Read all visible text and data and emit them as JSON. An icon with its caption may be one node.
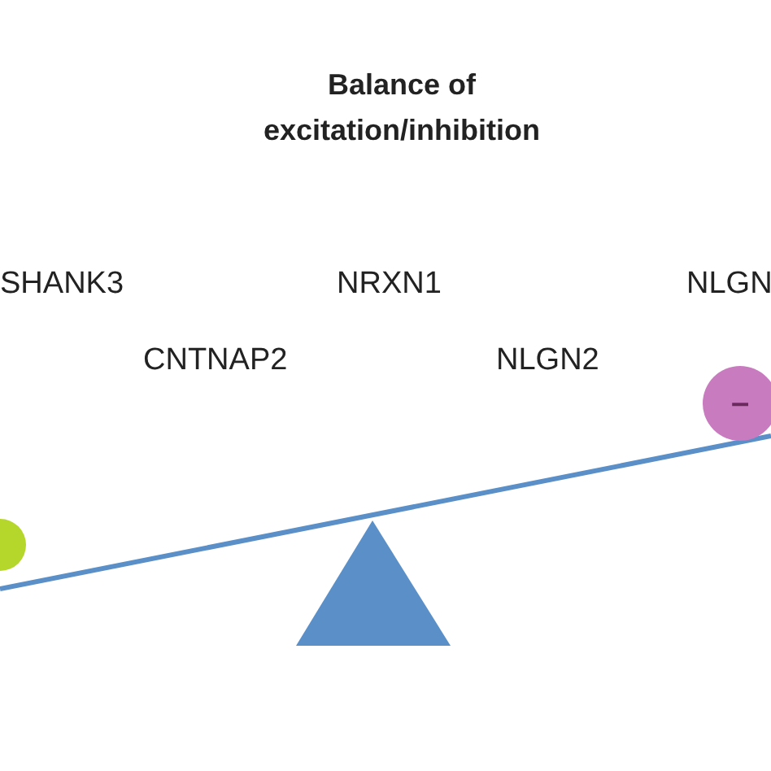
{
  "diagram": {
    "title": "Balance of excitation/inhibition",
    "nodes": [
      {
        "text": [],
        "shape": "circle"
      },
      {
        "text": [
          "–"
        ]
      }
    ],
    "labels": [
      "SHANK3",
      "NRXN1",
      "NLGN",
      "CNTNAP2",
      "NLGN2"
    ]
  }
}
